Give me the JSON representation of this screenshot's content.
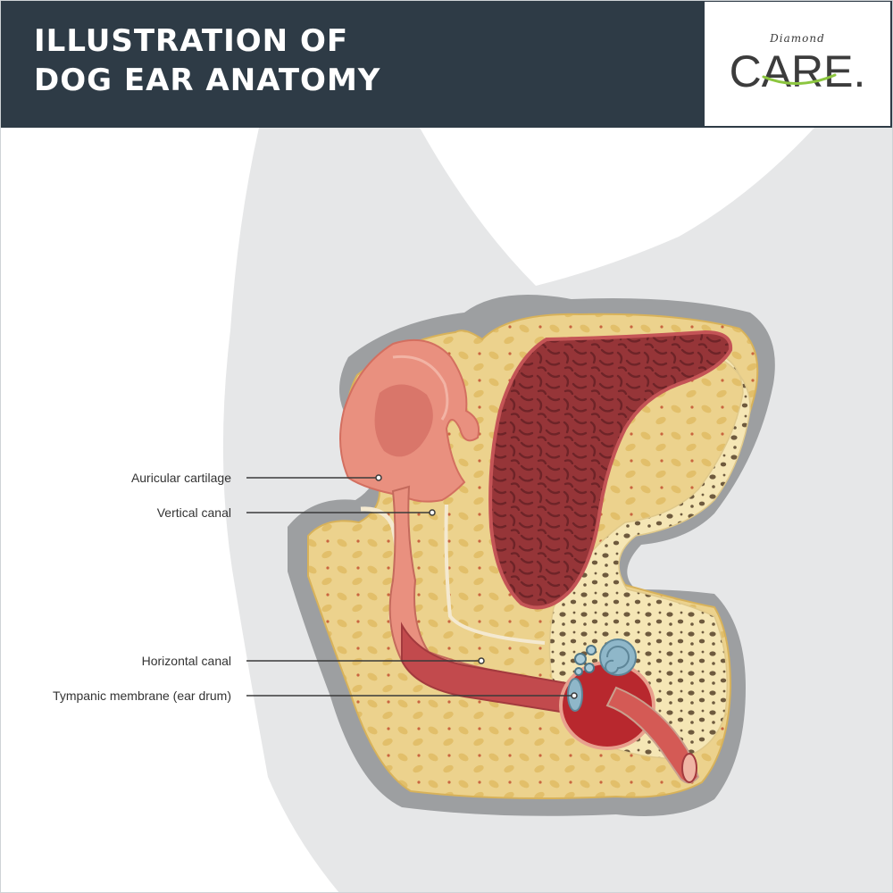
{
  "header": {
    "title_line1": "ILLUSTRATION OF",
    "title_line2": "DOG EAR ANATOMY"
  },
  "logo": {
    "script": "Diamond",
    "word": "CARE."
  },
  "labels": {
    "auricular_cartilage": "Auricular cartilage",
    "vertical_canal": "Vertical canal",
    "horizontal_canal": "Horizontal canal",
    "tympanic_membrane": "Tympanic membrane (ear drum)"
  },
  "colors": {
    "header_bg": "#2e3b46",
    "background_silhouette": "#e6e7e8",
    "bone": "#ecd28d",
    "cartilage": "#e9907f",
    "canal": "#c24a4d",
    "muscle": "#963538",
    "inner_ear": "#8fb7c9",
    "leader_line": "#3a3a3a"
  }
}
